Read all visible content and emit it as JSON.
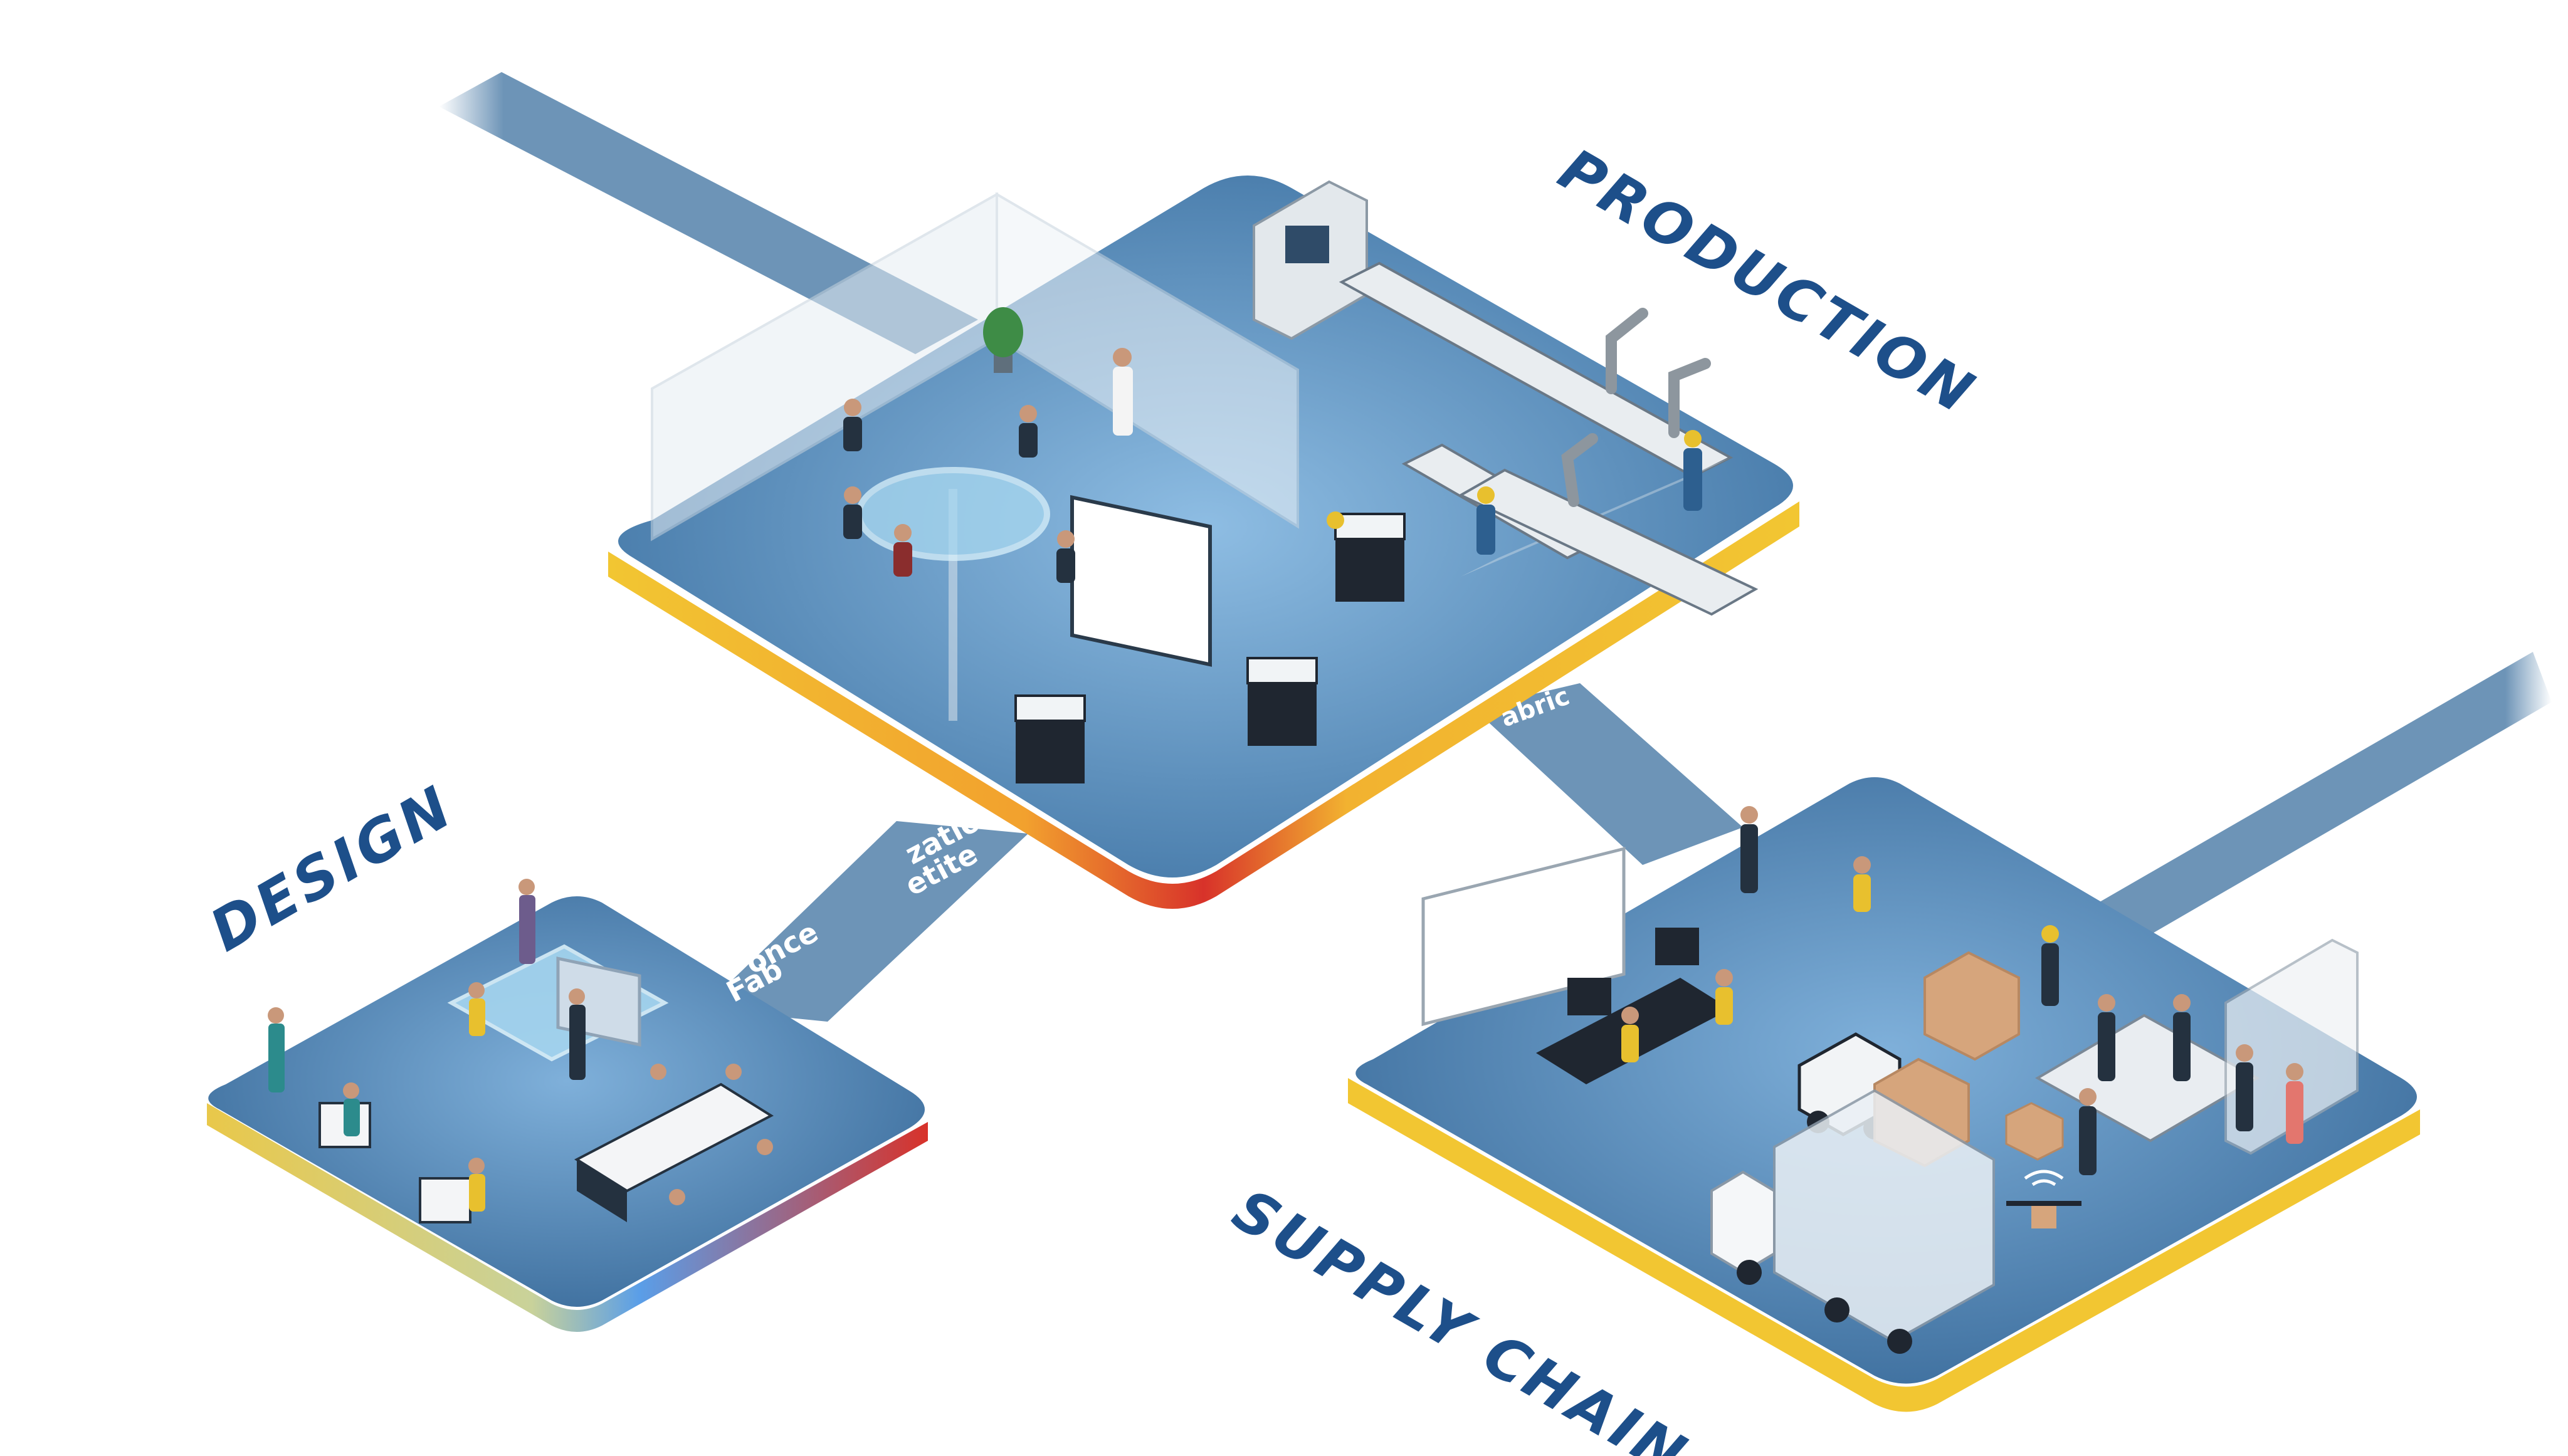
{
  "areas": {
    "production": {
      "label": "PRODUCTION"
    },
    "design": {
      "label": "DESIGN"
    },
    "supply_chain": {
      "label": "SUPPLY CHAIN"
    }
  },
  "road_fragments": {
    "center_line1": "zatio",
    "center_line2": "etite",
    "lower_line1": "once",
    "lower_line2": "Fab",
    "right_line1": "abric"
  },
  "colors": {
    "platform_top": "#3f73a3",
    "platform_top_light": "#7fb2dc",
    "platform_edge": "#f2c632",
    "platform_edge_accent": "#d8322a",
    "road": "#6d94b7",
    "label": "#1d4f8a"
  },
  "icons": [
    "wifi-icon",
    "person-icon",
    "forklift-icon",
    "truck-icon",
    "drone-icon",
    "robot-arm-icon",
    "conveyor-icon",
    "monitor-icon",
    "plant-icon"
  ]
}
